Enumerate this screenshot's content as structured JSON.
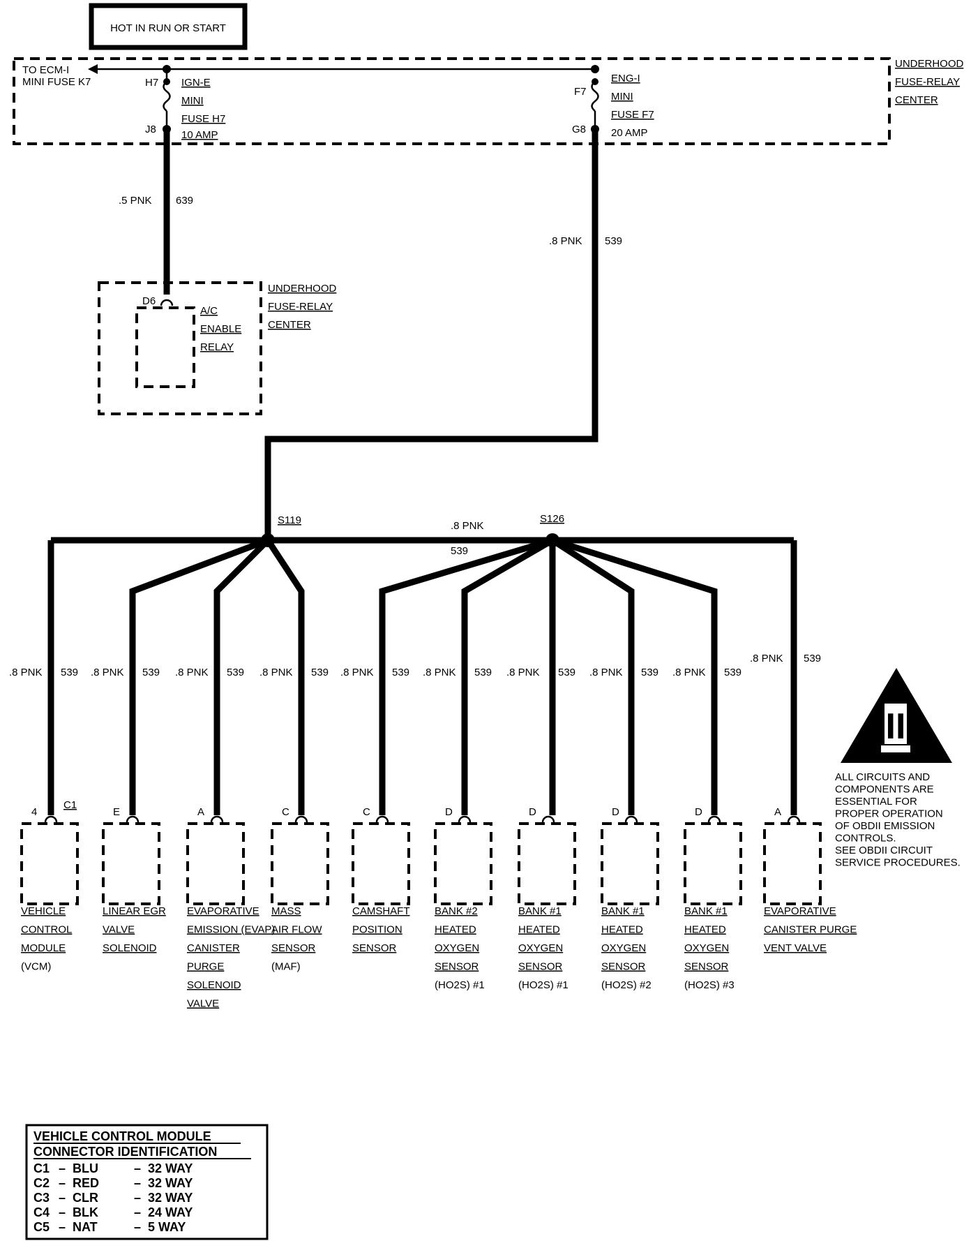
{
  "header": {
    "hot_label": "HOT IN RUN OR START"
  },
  "fuse_center": {
    "label": [
      "UNDERHOOD",
      "FUSE-RELAY",
      "CENTER"
    ],
    "ecm_ref": [
      "TO ECM-I",
      "MINI FUSE K7"
    ],
    "fuse_h7": {
      "pin_top": "H7",
      "pin_bottom": "J8",
      "label": [
        "IGN-E",
        "MINI",
        "FUSE H7",
        "10 AMP"
      ]
    },
    "fuse_f7": {
      "pin_top": "F7",
      "pin_bottom": "G8",
      "label": [
        "ENG-I",
        "MINI",
        "FUSE F7",
        "20 AMP"
      ]
    }
  },
  "wire_639": {
    "gauge": ".5 PNK",
    "circuit": "639"
  },
  "wire_539_main": {
    "gauge": ".8 PNK",
    "circuit": "539"
  },
  "relay": {
    "pin": "D6",
    "label": [
      "A/C",
      "ENABLE",
      "RELAY"
    ],
    "center_label": [
      "UNDERHOOD",
      "FUSE-RELAY",
      "CENTER"
    ]
  },
  "splices": {
    "s119": "S119",
    "s126": "S126",
    "bus_gauge": ".8 PNK",
    "bus_circuit": "539"
  },
  "components": [
    {
      "pin": "4",
      "conn": "C1",
      "gauge": ".8 PNK",
      "circuit": "539",
      "label": [
        "VEHICLE",
        "CONTROL",
        "MODULE",
        "(VCM)"
      ]
    },
    {
      "pin": "E",
      "conn": "",
      "gauge": ".8 PNK",
      "circuit": "539",
      "label": [
        "LINEAR EGR",
        "VALVE",
        "SOLENOID"
      ]
    },
    {
      "pin": "A",
      "conn": "",
      "gauge": ".8 PNK",
      "circuit": "539",
      "label": [
        "EVAPORATIVE",
        "EMISSION (EVAP)",
        "CANISTER",
        "PURGE",
        "SOLENOID",
        "VALVE"
      ]
    },
    {
      "pin": "C",
      "conn": "",
      "gauge": ".8 PNK",
      "circuit": "539",
      "label": [
        "MASS",
        "AIR FLOW",
        "SENSOR",
        "(MAF)"
      ]
    },
    {
      "pin": "C",
      "conn": "",
      "gauge": ".8 PNK",
      "circuit": "539",
      "label": [
        "CAMSHAFT",
        "POSITION",
        "SENSOR"
      ]
    },
    {
      "pin": "D",
      "conn": "",
      "gauge": ".8 PNK",
      "circuit": "539",
      "label": [
        "BANK #2",
        "HEATED",
        "OXYGEN",
        "SENSOR",
        "(HO2S) #1"
      ]
    },
    {
      "pin": "D",
      "conn": "",
      "gauge": ".8 PNK",
      "circuit": "539",
      "label": [
        "BANK #1",
        "HEATED",
        "OXYGEN",
        "SENSOR",
        "(HO2S) #1"
      ]
    },
    {
      "pin": "D",
      "conn": "",
      "gauge": ".8 PNK",
      "circuit": "539",
      "label": [
        "BANK #1",
        "HEATED",
        "OXYGEN",
        "SENSOR",
        "(HO2S) #2"
      ]
    },
    {
      "pin": "D",
      "conn": "",
      "gauge": ".8 PNK",
      "circuit": "539",
      "label": [
        "BANK #1",
        "HEATED",
        "OXYGEN",
        "SENSOR",
        "(HO2S) #3"
      ]
    },
    {
      "pin": "A",
      "conn": "",
      "gauge": ".8 PNK",
      "circuit": "539",
      "label": [
        "EVAPORATIVE",
        "CANISTER PURGE",
        "VENT VALVE"
      ]
    }
  ],
  "obd_note": {
    "symbol": "II",
    "text": [
      "ALL CIRCUITS AND",
      "COMPONENTS ARE",
      "ESSENTIAL FOR",
      "PROPER OPERATION",
      "OF OBDII EMISSION",
      "CONTROLS.",
      "SEE OBDII CIRCUIT",
      "SERVICE PROCEDURES."
    ]
  },
  "legend": {
    "title": [
      "VEHICLE CONTROL MODULE",
      "CONNECTOR IDENTIFICATION"
    ],
    "rows": [
      {
        "conn": "C1",
        "color": "BLU",
        "ways": "32 WAY"
      },
      {
        "conn": "C2",
        "color": "RED",
        "ways": "32 WAY"
      },
      {
        "conn": "C3",
        "color": "CLR",
        "ways": "32 WAY"
      },
      {
        "conn": "C4",
        "color": "BLK",
        "ways": "24 WAY"
      },
      {
        "conn": "C5",
        "color": "NAT",
        "ways": "5 WAY"
      }
    ]
  }
}
